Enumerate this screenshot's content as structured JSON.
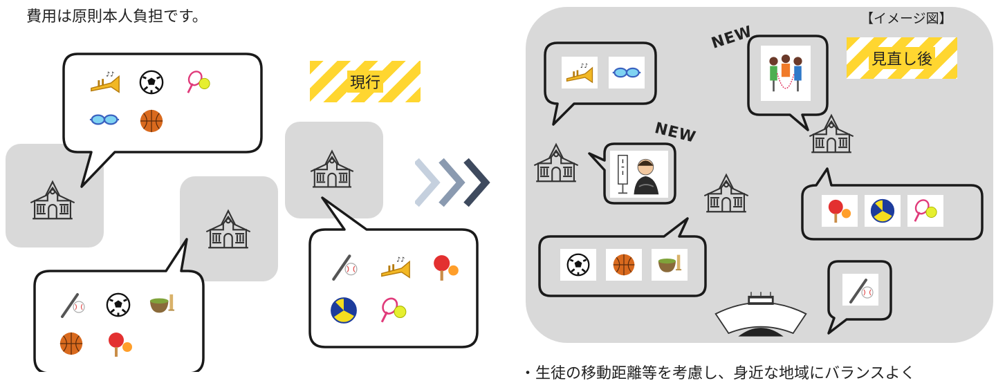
{
  "caption_top": "費用は原則本人負担です。",
  "caption_bottom": "・生徒の移動距離等を考慮し、身近な地域にバランスよく",
  "label_current": "現行",
  "label_after": "見直し後",
  "label_image": "【イメージ図】",
  "new_1": "NEW",
  "new_2": "NEW",
  "colors": {
    "panel_gray": "#d9d9d9",
    "stripe_yellow": "#ffd630",
    "arrow_light": "#c5d0de",
    "arrow_mid": "#8a9ab0",
    "arrow_dark": "#3e4a5e"
  },
  "icons": [
    "school-icon",
    "trumpet-icon",
    "soccer-ball-icon",
    "tennis-racket-icon",
    "swim-goggles-icon",
    "basketball-icon",
    "baseball-icon",
    "tea-bowl-icon",
    "table-tennis-icon",
    "volleyball-icon",
    "rakugo-icon",
    "jump-rope-icon",
    "stadium-icon",
    "chevron-right-icon"
  ]
}
